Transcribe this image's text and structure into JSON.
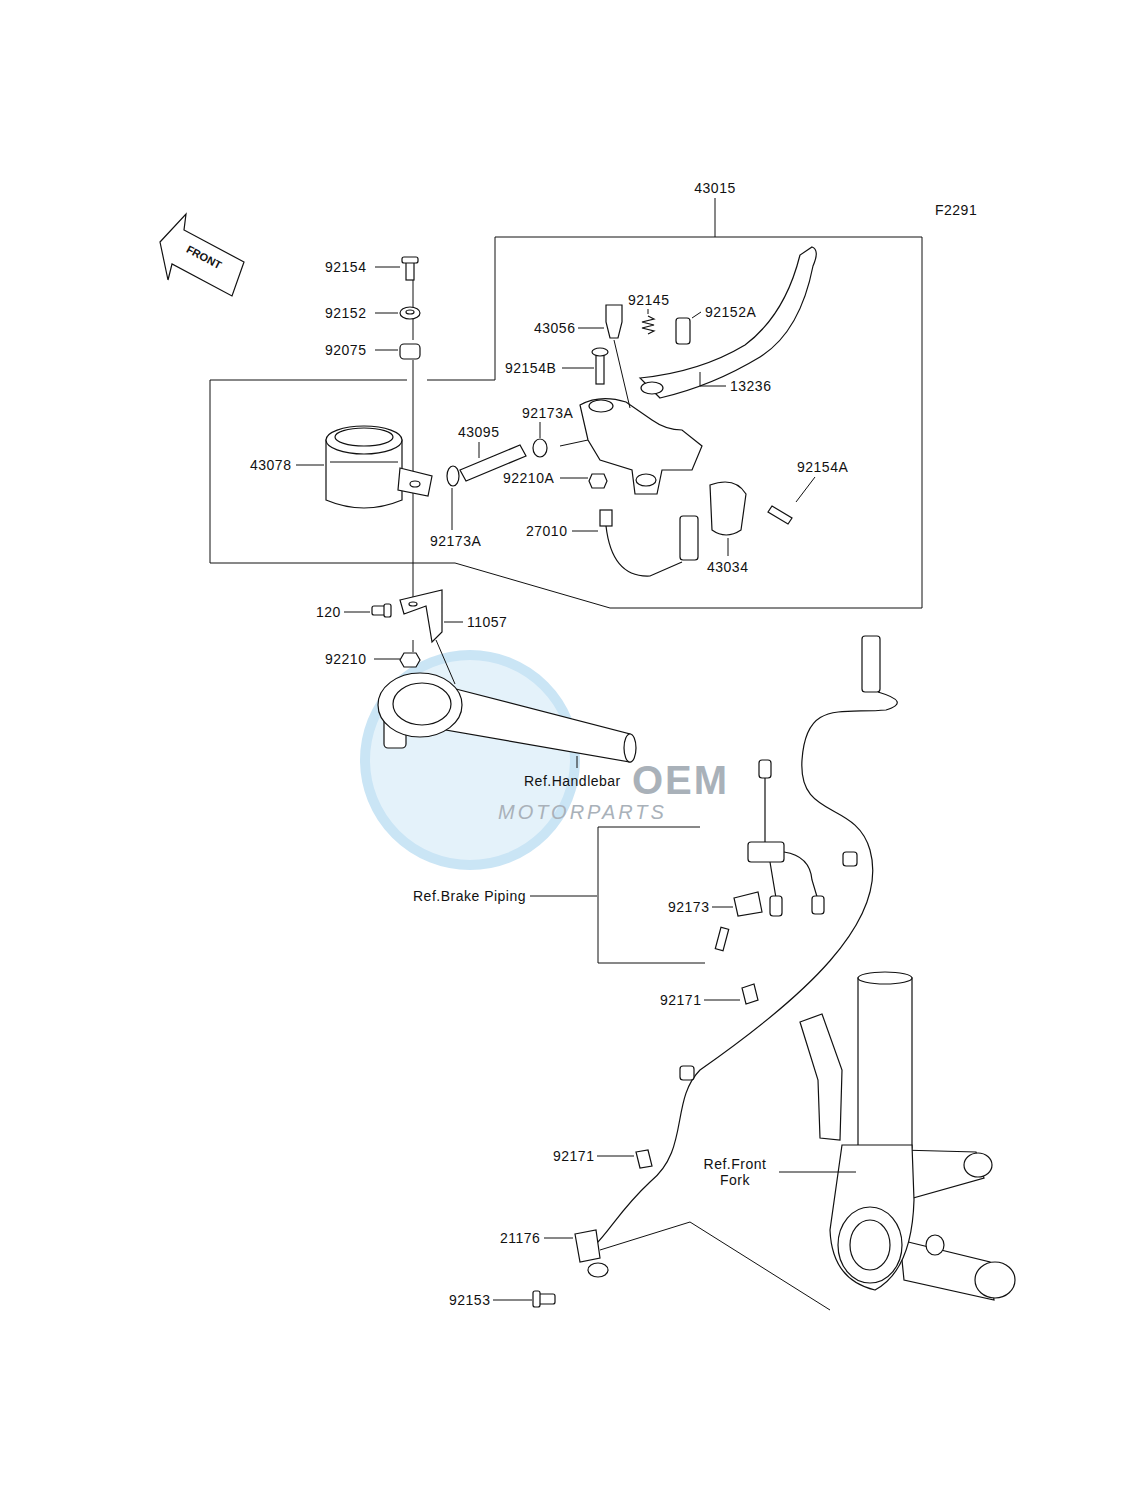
{
  "diagram": {
    "labels": [
      "43015",
      "F2291",
      "FRONT",
      "92154",
      "92152",
      "92075",
      "92145",
      "43056",
      "92152A",
      "92154B",
      "13236",
      "43095",
      "92173A",
      "43078",
      "92210A",
      "92154A",
      "92173A",
      "27010",
      "43034",
      "120",
      "11057",
      "92210",
      "OEM",
      "MOTORPARTS",
      "Ref.Handlebar",
      "Ref.Brake Piping",
      "92173",
      "92171",
      "92171",
      "Ref.Front Fork",
      "21176",
      "92153"
    ]
  }
}
